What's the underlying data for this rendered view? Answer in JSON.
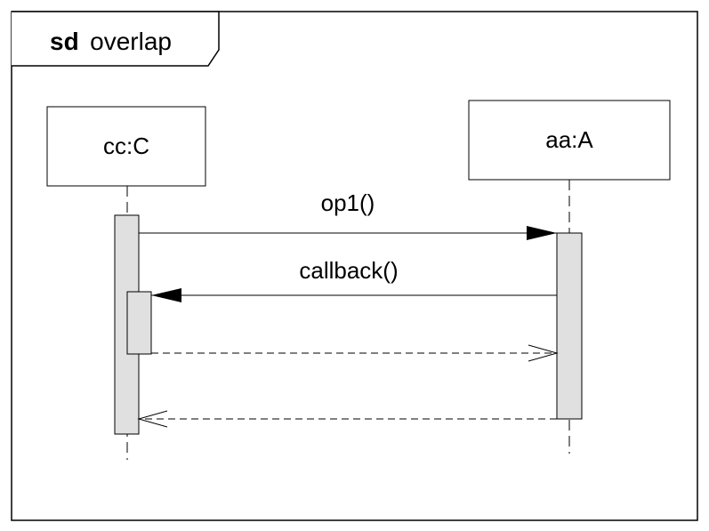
{
  "frame": {
    "keyword": "sd",
    "name": "overlap"
  },
  "lifelines": [
    {
      "id": "cc",
      "label": "cc:C"
    },
    {
      "id": "aa",
      "label": "aa:A"
    }
  ],
  "messages": [
    {
      "id": "op1",
      "label": "op1()",
      "from": "cc",
      "to": "aa",
      "kind": "synchronous"
    },
    {
      "id": "callback",
      "label": "callback()",
      "from": "aa",
      "to": "cc",
      "kind": "synchronous"
    },
    {
      "id": "callback-reply",
      "label": "",
      "from": "cc",
      "to": "aa",
      "kind": "reply"
    },
    {
      "id": "op1-reply",
      "label": "",
      "from": "aa",
      "to": "cc",
      "kind": "reply"
    }
  ],
  "colors": {
    "line": "#000000",
    "activation_fill": "#e0e0e0",
    "background": "#ffffff"
  }
}
